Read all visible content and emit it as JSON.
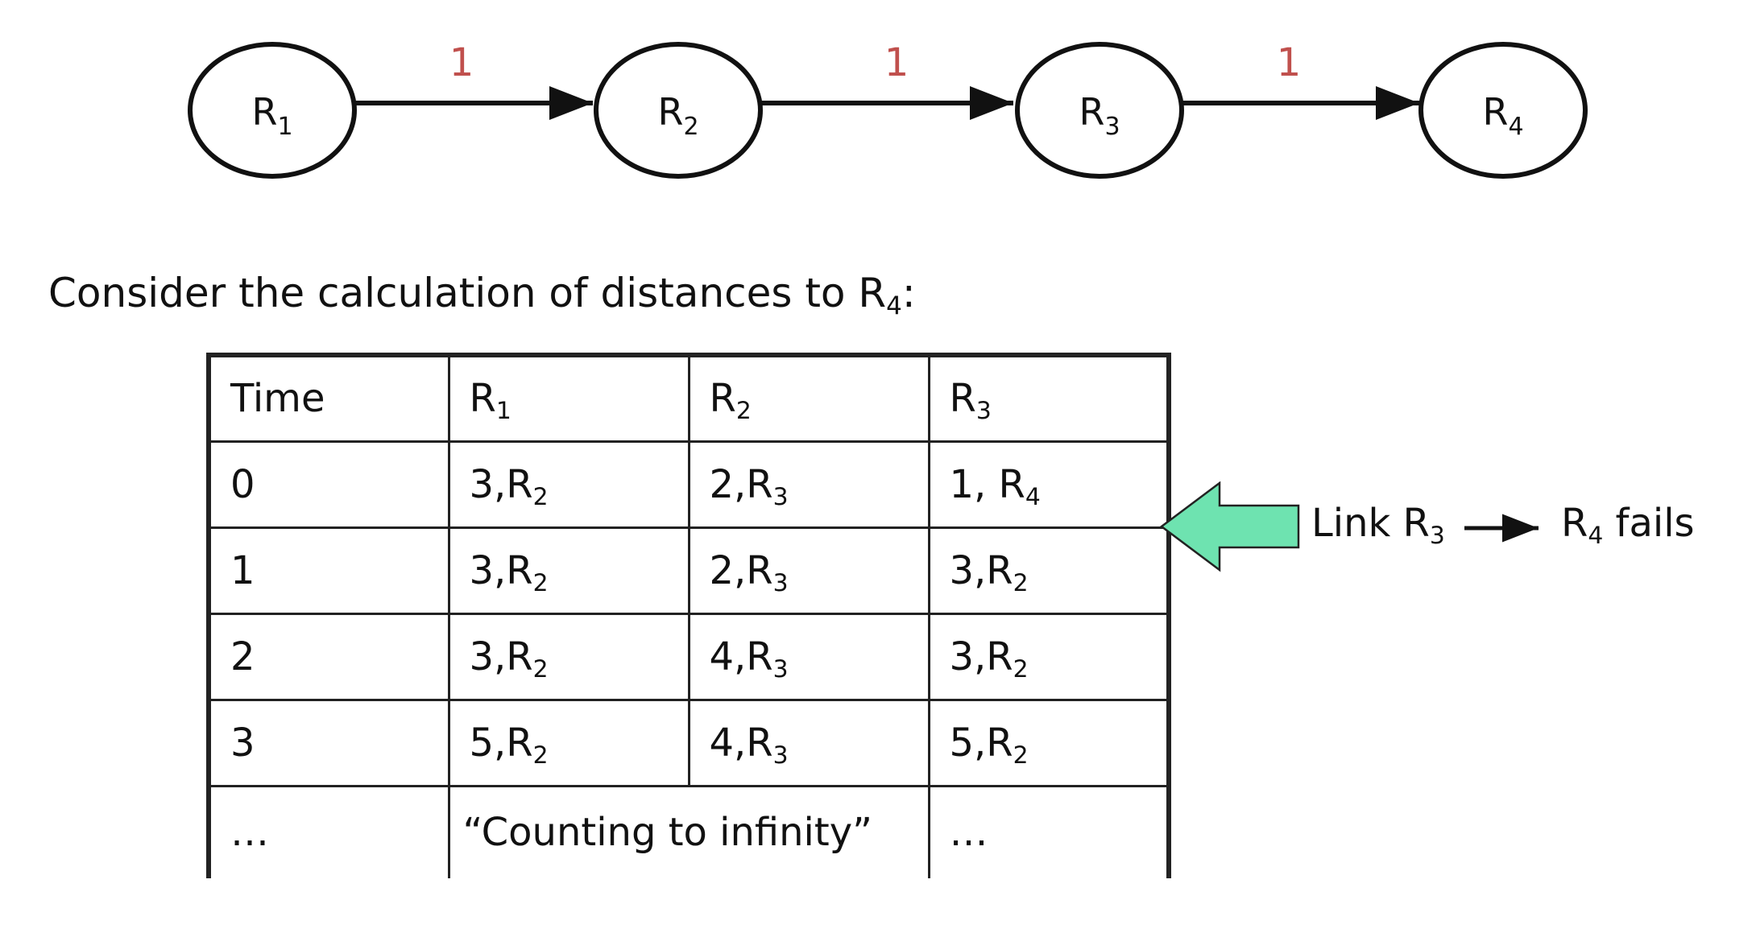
{
  "graph": {
    "nodes": [
      {
        "id": "R1",
        "base": "R",
        "sub": "1"
      },
      {
        "id": "R2",
        "base": "R",
        "sub": "2"
      },
      {
        "id": "R3",
        "base": "R",
        "sub": "3"
      },
      {
        "id": "R4",
        "base": "R",
        "sub": "4"
      }
    ],
    "edges": [
      {
        "from": "R1",
        "to": "R2",
        "weight": "1"
      },
      {
        "from": "R2",
        "to": "R3",
        "weight": "1"
      },
      {
        "from": "R3",
        "to": "R4",
        "weight": "1"
      }
    ],
    "colors": {
      "edge_weight": "#c0504d",
      "stroke": "#111111"
    }
  },
  "caption": {
    "text": "Consider the calculation of distances to R",
    "sub": "4",
    "suffix": ":"
  },
  "table": {
    "header": {
      "time": "Time",
      "r1": "R",
      "r1_sub": "1",
      "r2": "R",
      "r2_sub": "2",
      "r3": "R",
      "r3_sub": "3"
    },
    "rows": [
      {
        "time": "0",
        "r1": "3,R",
        "r1_sub": "2",
        "r2": "2,R",
        "r2_sub": "3",
        "r3": "1, R",
        "r3_sub": "4"
      },
      {
        "time": "1",
        "r1": "3,R",
        "r1_sub": "2",
        "r2": "2,R",
        "r2_sub": "3",
        "r3": "3,R",
        "r3_sub": "2"
      },
      {
        "time": "2",
        "r1": "3,R",
        "r1_sub": "2",
        "r2": "4,R",
        "r2_sub": "3",
        "r3": "3,R",
        "r3_sub": "2"
      },
      {
        "time": "3",
        "r1": "5,R",
        "r1_sub": "2",
        "r2": "4,R",
        "r2_sub": "3",
        "r3": "5,R",
        "r3_sub": "2"
      }
    ],
    "last": {
      "time": "…",
      "middle": "“Counting to infinity”",
      "r3": "…"
    }
  },
  "annotation": {
    "prefix": "Link R",
    "from_sub": "3",
    "to": "R",
    "to_sub": "4",
    "suffix": " fails",
    "arrow_color": "#6ee3b0"
  }
}
